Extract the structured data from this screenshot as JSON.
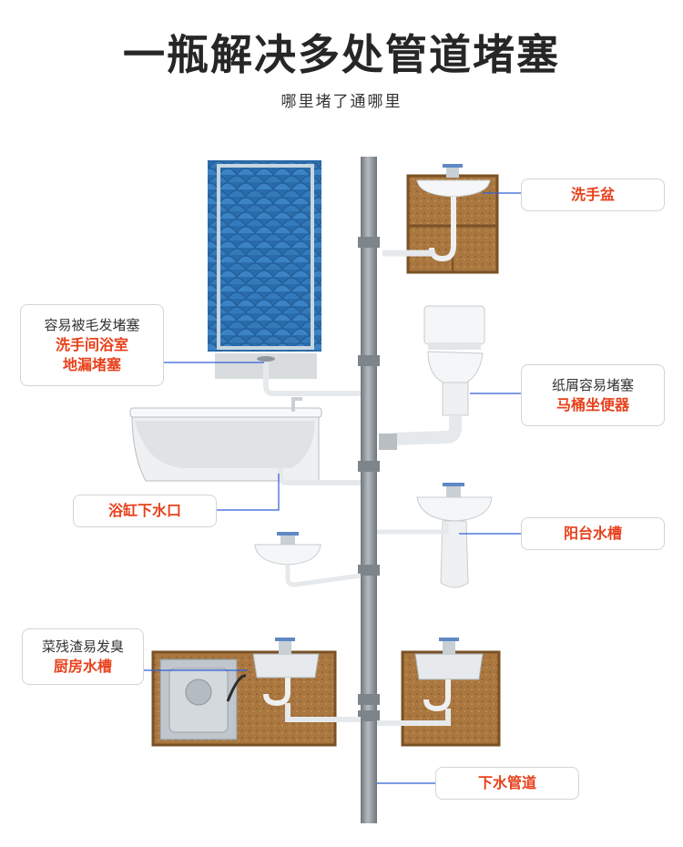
{
  "header": {
    "title": "一瓶解决多处管道堵塞",
    "subtitle": "哪里堵了通哪里"
  },
  "colors": {
    "accent": "#e8411c",
    "leader": "#2f5fd8",
    "standpipe": "#8f979e",
    "tile": "#2a6cab",
    "cabinet": "#b8874a",
    "ceramic": "#f4f6f7"
  },
  "callouts": {
    "shower": {
      "note": "容易被毛发堵塞",
      "line1": "洗手间浴室",
      "line2": "地漏堵塞"
    },
    "washbasin": {
      "label": "洗手盆"
    },
    "toilet": {
      "note": "纸屑容易堵塞",
      "label": "马桶坐便器"
    },
    "bathtub": {
      "label": "浴缸下水口"
    },
    "balcony": {
      "label": "阳台水槽"
    },
    "kitchen": {
      "note": "菜残渣易发臭",
      "label": "厨房水槽"
    },
    "drain": {
      "label": "下水管道"
    }
  }
}
